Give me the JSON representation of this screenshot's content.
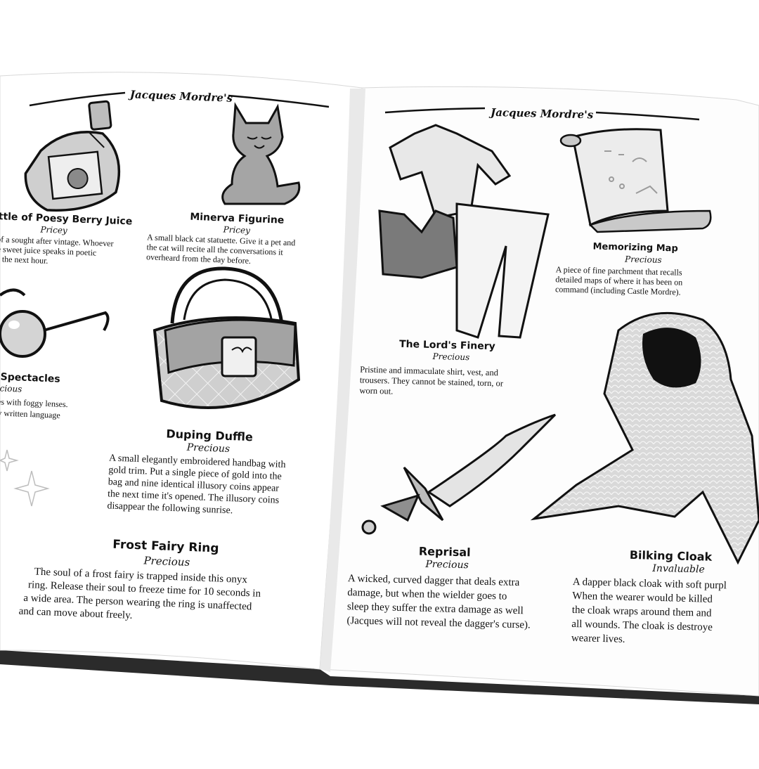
{
  "book": {
    "left_page": {
      "header": "Jacques Mordre's",
      "items": [
        {
          "id": "poesy",
          "title": "ottle of Poesy Berry Juice",
          "rarity": "Pricey",
          "lines": [
            "e of a sought after vintage. Whoever",
            "the sweet juice speaks in poetic",
            "for the next hour."
          ]
        },
        {
          "id": "minerva",
          "title": "Minerva Figurine",
          "rarity": "Pricey",
          "lines": [
            "A small black cat statuette. Give it a pet and",
            "the cat will recite all the conversations it",
            "overheard from the day before."
          ]
        },
        {
          "id": "spectacles",
          "title": "er Spectacles",
          "rarity": "Precious",
          "lines": [
            "lasses with foggy lenses.",
            "s any written language"
          ]
        },
        {
          "id": "duffle",
          "title": "Duping Duffle",
          "rarity": "Precious",
          "lines": [
            "A small elegantly embroidered handbag with",
            "gold trim. Put a single piece of gold into the",
            "bag and nine identical illusory coins appear",
            "the next time it's opened. The illusory coins",
            "disappear the following sunrise."
          ]
        },
        {
          "id": "frost",
          "title": "Frost Fairy Ring",
          "rarity": "Precious",
          "lines": [
            "The soul of a frost fairy is trapped inside this onyx",
            "ring. Release their soul to freeze time for 10 seconds in",
            "a wide area. The person wearing the ring is unaffected",
            "and can move about freely."
          ]
        }
      ]
    },
    "right_page": {
      "header": "Jacques Mordre's",
      "items": [
        {
          "id": "finery",
          "title": "The Lord's Finery",
          "rarity": "Precious",
          "lines": [
            "Pristine and immaculate shirt, vest, and",
            "trousers. They cannot be stained, torn, or",
            "worn out."
          ]
        },
        {
          "id": "map",
          "title": "Memorizing Map",
          "rarity": "Precious",
          "lines": [
            "A piece of fine parchment that recalls",
            "detailed maps of where it has been on",
            "command (including Castle Mordre)."
          ]
        },
        {
          "id": "reprisal",
          "title": "Reprisal",
          "rarity": "Precious",
          "lines": [
            "A wicked, curved dagger that deals extra",
            "damage, but when the wielder goes to",
            "sleep they suffer the extra damage as well",
            "(Jacques will not reveal the dagger's curse)."
          ]
        },
        {
          "id": "cloak",
          "title": "Bilking Cloak",
          "rarity": "Invaluable",
          "lines": [
            "A dapper black cloak with soft purpl",
            "When the wearer would be killed",
            "the cloak wraps around them and",
            "all wounds. The cloak is destroye",
            "wearer lives."
          ]
        }
      ]
    }
  }
}
